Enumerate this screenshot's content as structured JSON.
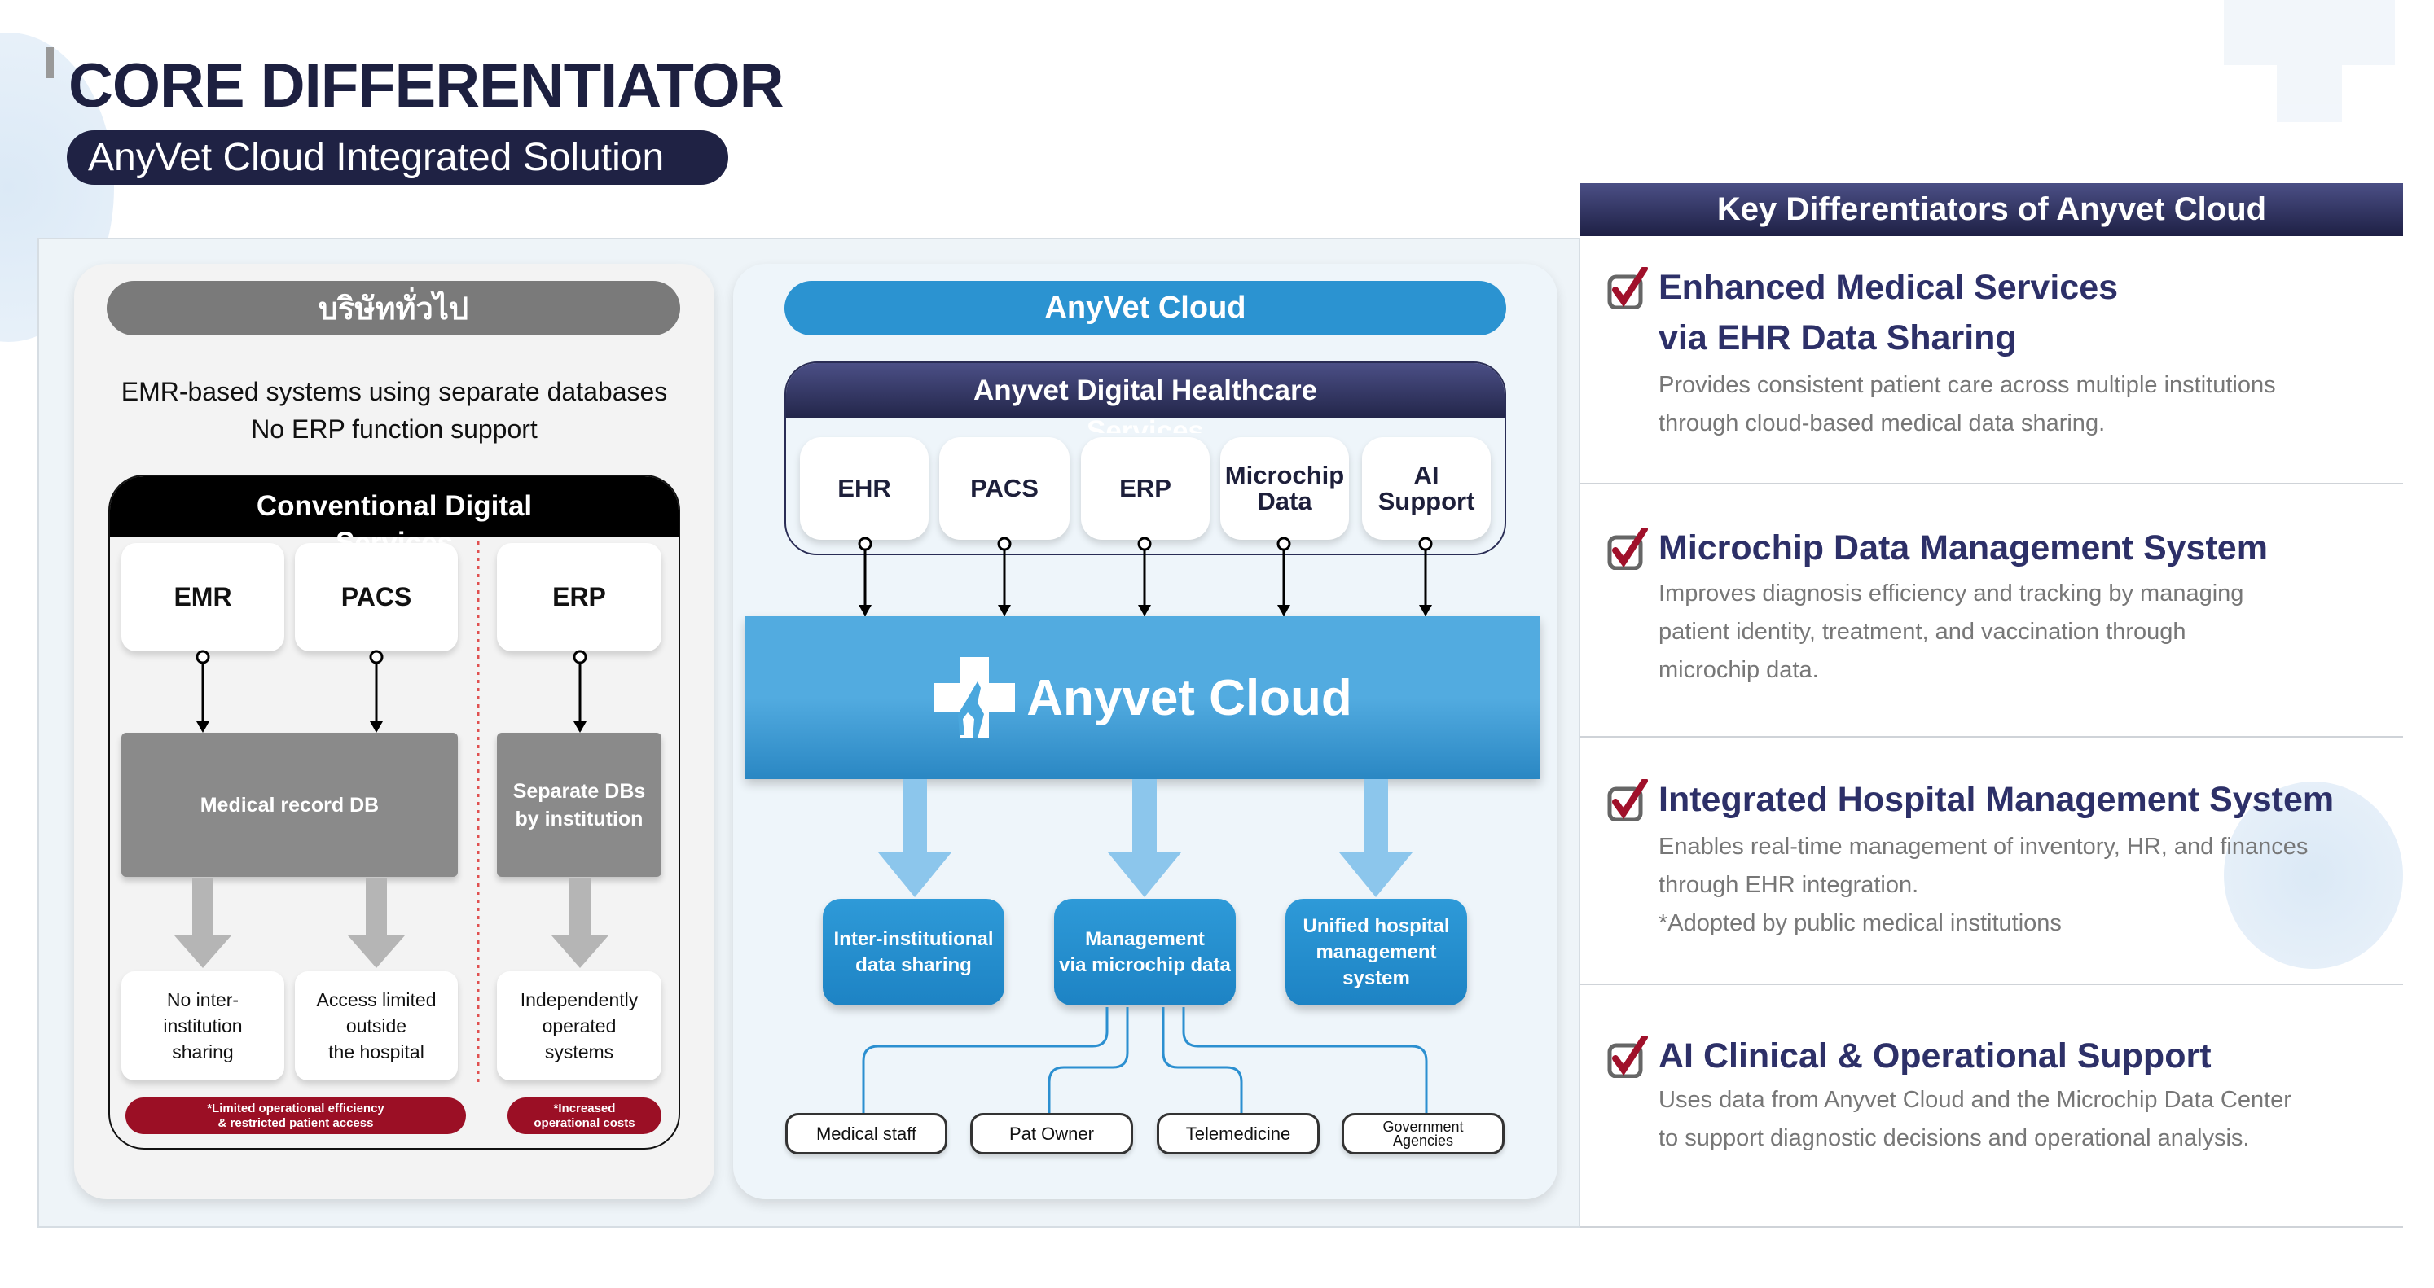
{
  "header": {
    "title": "CORE DIFFERENTIATOR",
    "subtitle": "AnyVet Cloud Integrated Solution"
  },
  "left_card": {
    "label": "บริษัททั่วไป",
    "description": [
      "EMR-based systems using separate databases",
      "No ERP function support"
    ],
    "box_title": "Conventional Digital",
    "box_title_overflow": "Services",
    "modules": [
      "EMR",
      "PACS",
      "ERP"
    ],
    "databases": [
      {
        "label": "Medical record DB"
      },
      {
        "label": "Separate DBs\nby institution"
      }
    ],
    "outcomes": [
      "No inter-\ninstitution\nsharing",
      "Access limited\noutside\nthe hospital",
      "Independently\noperated\nsystems"
    ],
    "notes": [
      "*Limited operational efficiency\n& restricted patient access",
      "*Increased\noperational costs"
    ]
  },
  "right_card": {
    "label": "AnyVet Cloud",
    "box_title": "Anyvet Digital Healthcare",
    "box_title_overflow": "Services",
    "modules": [
      "EHR",
      "PACS",
      "ERP",
      "Microchip\nData",
      "AI\nSupport"
    ],
    "cloud_label": "Anyvet Cloud",
    "services": [
      "Inter-institutional\ndata sharing",
      "Management\nvia microchip data",
      "Unified hospital\nmanagement\nsystem"
    ],
    "stakeholders": [
      "Medical staff",
      "Pat Owner",
      "Telemedicine",
      "Government\nAgencies"
    ]
  },
  "differentiators": {
    "heading": "Key Differentiators of Anyvet Cloud",
    "items": [
      {
        "title": "Enhanced Medical Services\nvia EHR Data Sharing",
        "desc": "Provides consistent patient care across multiple institutions\nthrough cloud-based medical data sharing."
      },
      {
        "title": "Microchip Data Management System",
        "desc": "Improves diagnosis efficiency and tracking by managing\npatient identity, treatment, and vaccination through\nmicrochip data."
      },
      {
        "title": "Integrated Hospital Management System",
        "desc": "Enables real-time management of inventory, HR, and finances\nthrough EHR integration.\n*Adopted by public medical institutions"
      },
      {
        "title": "AI Clinical & Operational Support",
        "desc": "Uses data from Anyvet Cloud and the Microchip Data Center\nto support diagnostic decisions and operational analysis."
      }
    ]
  },
  "colors": {
    "navy": "#1f2244",
    "accent_blue": "#2b93d1",
    "cloud_blue": "#4aa7dd",
    "alert_red": "#9b0f25",
    "check_red": "#a0102a"
  }
}
